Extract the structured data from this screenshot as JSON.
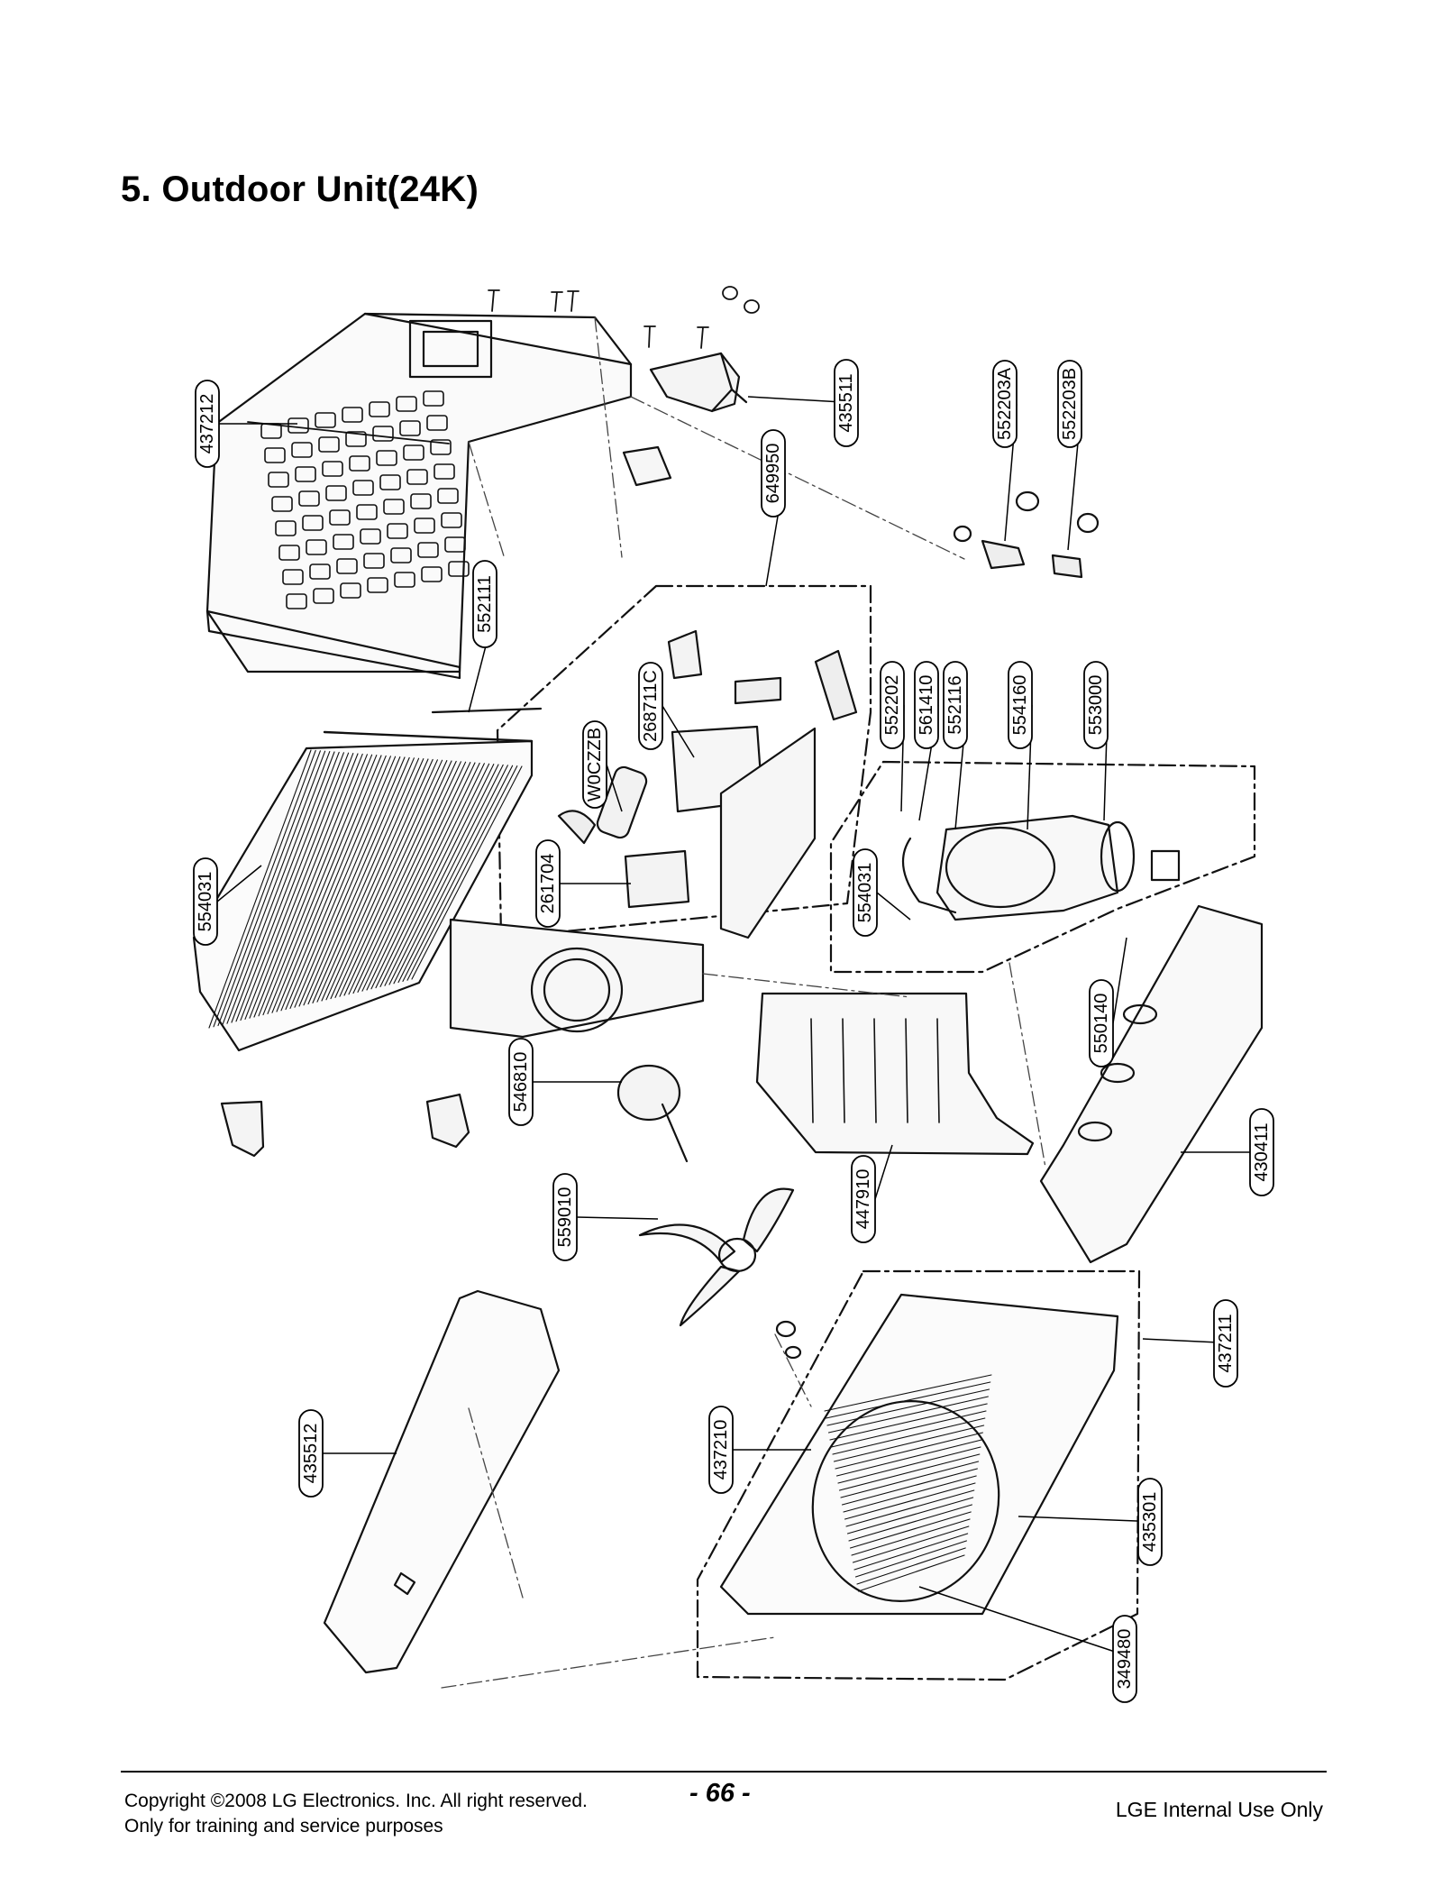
{
  "page": {
    "title": "5. Outdoor Unit(24K)",
    "footer": {
      "copyright_line1": "Copyright ©2008 LG Electronics. Inc. All right reserved.",
      "copyright_line2": "Only for training and service purposes",
      "page_number": "- 66 -",
      "internal_use": "LGE Internal Use Only"
    }
  },
  "diagram": {
    "part_labels": [
      {
        "id": "437212",
        "name": "label-437212"
      },
      {
        "id": "435511",
        "name": "label-435511"
      },
      {
        "id": "649950",
        "name": "label-649950"
      },
      {
        "id": "552203A",
        "name": "label-552203a"
      },
      {
        "id": "552203B",
        "name": "label-552203b"
      },
      {
        "id": "552111",
        "name": "label-552111"
      },
      {
        "id": "268711C",
        "name": "label-268711c"
      },
      {
        "id": "W0CZZB",
        "name": "label-w0czzb"
      },
      {
        "id": "552202",
        "name": "label-552202"
      },
      {
        "id": "561410",
        "name": "label-561410"
      },
      {
        "id": "552116",
        "name": "label-552116"
      },
      {
        "id": "554160",
        "name": "label-554160"
      },
      {
        "id": "553000",
        "name": "label-553000"
      },
      {
        "id": "554031",
        "name": "label-554031-condenser"
      },
      {
        "id": "261704",
        "name": "label-261704"
      },
      {
        "id": "554031",
        "name": "label-554031-compressor"
      },
      {
        "id": "550140",
        "name": "label-550140"
      },
      {
        "id": "546810",
        "name": "label-546810"
      },
      {
        "id": "430411",
        "name": "label-430411"
      },
      {
        "id": "559010",
        "name": "label-559010"
      },
      {
        "id": "447910",
        "name": "label-447910"
      },
      {
        "id": "437211",
        "name": "label-437211"
      },
      {
        "id": "435512",
        "name": "label-435512"
      },
      {
        "id": "437210",
        "name": "label-437210"
      },
      {
        "id": "435301",
        "name": "label-435301"
      },
      {
        "id": "349480",
        "name": "label-349480"
      }
    ]
  }
}
